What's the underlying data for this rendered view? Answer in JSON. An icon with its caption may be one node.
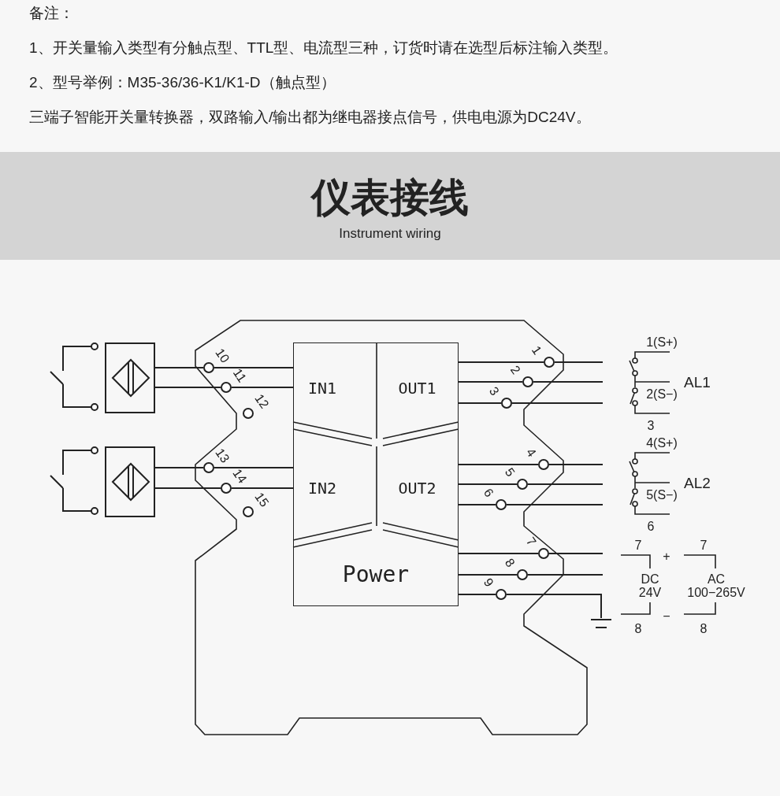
{
  "diagram": {
    "nodes": [
      {
        "text": [
          "仪表接线",
          "Instrument wiring"
        ]
      },
      {
        "text": [
          "IN1"
        ]
      },
      {
        "text": [
          "OUT1"
        ]
      },
      {
        "text": [
          "IN2"
        ]
      },
      {
        "text": [
          "OUT2"
        ]
      },
      {
        "text": [
          "Power"
        ]
      },
      {
        "text": [],
        "shape": "box"
      },
      {
        "text": [],
        "shape": "box"
      },
      {
        "text": [],
        "shape": "circle",
        "beside": [
          "1"
        ]
      },
      {
        "text": [],
        "shape": "circle",
        "beside": [
          "2"
        ]
      },
      {
        "text": [],
        "shape": "circle",
        "beside": [
          "3"
        ]
      },
      {
        "text": [],
        "shape": "circle",
        "beside": [
          "4"
        ]
      },
      {
        "text": [],
        "shape": "circle",
        "beside": [
          "5"
        ]
      },
      {
        "text": [],
        "shape": "circle",
        "beside": [
          "6"
        ]
      },
      {
        "text": [],
        "shape": "circle",
        "beside": [
          "7"
        ]
      },
      {
        "text": [],
        "shape": "circle",
        "beside": [
          "8"
        ]
      },
      {
        "text": [],
        "shape": "circle",
        "beside": [
          "9"
        ]
      },
      {
        "text": [],
        "shape": "circle",
        "beside": [
          "10"
        ]
      },
      {
        "text": [],
        "shape": "circle",
        "beside": [
          "11"
        ]
      },
      {
        "text": [],
        "shape": "circle",
        "beside": [
          "12"
        ]
      },
      {
        "text": [],
        "shape": "circle",
        "beside": [
          "13"
        ]
      },
      {
        "text": [],
        "shape": "circle",
        "beside": [
          "14"
        ]
      },
      {
        "text": [],
        "shape": "circle",
        "beside": [
          "15"
        ]
      },
      {
        "text": [],
        "shape": "ground"
      }
    ],
    "edges": [
      {
        "from": 6,
        "to": 17,
        "arrow": "none"
      },
      {
        "from": 17,
        "to": 1,
        "arrow": "none"
      },
      {
        "from": 6,
        "to": 18,
        "arrow": "none"
      },
      {
        "from": 18,
        "to": 1,
        "arrow": "none"
      },
      {
        "from": 7,
        "to": 20,
        "arrow": "none"
      },
      {
        "from": 20,
        "to": 3,
        "arrow": "none"
      },
      {
        "from": 7,
        "to": 21,
        "arrow": "none"
      },
      {
        "from": 21,
        "to": 3,
        "arrow": "none"
      },
      {
        "from": 2,
        "to": 8,
        "arrow": "none"
      },
      {
        "from": 8,
        "to": null,
        "arrow": "none"
      },
      {
        "from": 2,
        "to": 9,
        "arrow": "none"
      },
      {
        "from": 9,
        "to": null,
        "arrow": "none"
      },
      {
        "from": 2,
        "to": 10,
        "arrow": "none"
      },
      {
        "from": 10,
        "to": null,
        "arrow": "none"
      },
      {
        "from": 4,
        "to": 11,
        "arrow": "none"
      },
      {
        "from": 11,
        "to": null,
        "arrow": "none"
      },
      {
        "from": 4,
        "to": 12,
        "arrow": "none"
      },
      {
        "from": 12,
        "to": null,
        "arrow": "none"
      },
      {
        "from": 4,
        "to": 13,
        "arrow": "none"
      },
      {
        "from": 13,
        "to": null,
        "arrow": "none"
      },
      {
        "from": 5,
        "to": 14,
        "arrow": "none"
      },
      {
        "from": 14,
        "to": null,
        "arrow": "none"
      },
      {
        "from": 5,
        "to": 15,
        "arrow": "none"
      },
      {
        "from": 15,
        "to": null,
        "arrow": "none"
      },
      {
        "from": 5,
        "to": 16,
        "arrow": "none"
      },
      {
        "from": 16,
        "to": 23,
        "arrow": "none"
      }
    ],
    "labels": [
      "备注：",
      "1、开关量输入类型有分触点型、TTL型、电流型三种，订货时请在选型后标注输入类型。",
      "2、型号举例：M35-36/36-K1/K1-D（触点型）",
      "三端子智能开关量转换器，双路输入/输出都为继电器接点信号，供电电源为DC24V。",
      "1(S+)",
      "AL1",
      "2(S−)",
      "3",
      "4(S+)",
      "AL2",
      "5(S−)",
      "6",
      "7",
      "+",
      "7",
      "DC 24V",
      "AC 100−265V",
      "8",
      "−",
      "8"
    ]
  }
}
